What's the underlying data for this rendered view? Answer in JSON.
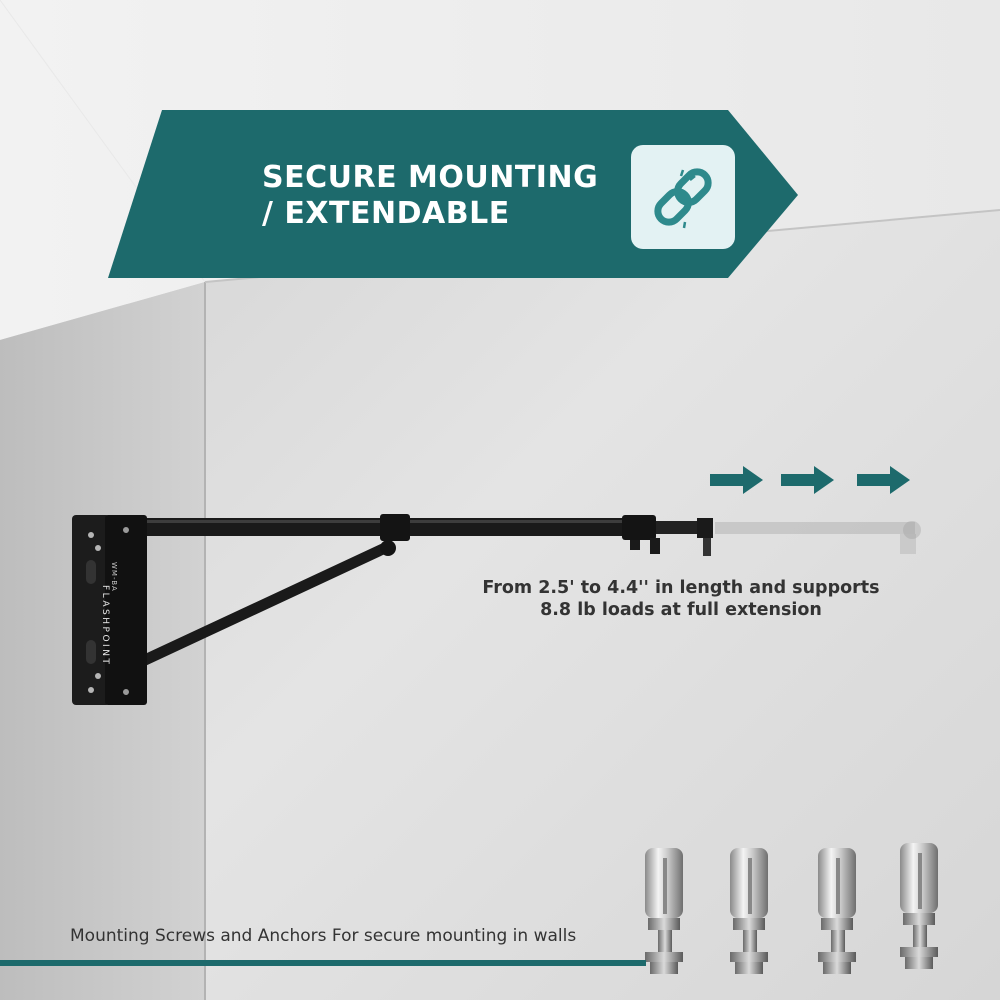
{
  "banner": {
    "line1": "SECURE MOUNTING",
    "line2": "/ EXTENDABLE",
    "icon": "chain-link-icon",
    "color": "#1d6a6c"
  },
  "product": {
    "brand": "FLASHPOINT",
    "model": "WM-BA"
  },
  "extension_caption": {
    "line1": "From 2.5' to  4.4'' in length and supports",
    "line2": "8.8 lb loads at full extension"
  },
  "arrows": {
    "count": 3,
    "icon": "arrow-right-icon",
    "color": "#1d6a6c"
  },
  "hardware": {
    "caption": "Mounting Screws and Anchors For secure mounting in walls",
    "anchor_count": 4
  },
  "colors": {
    "accent": "#1d6a6c",
    "text": "#333333"
  }
}
